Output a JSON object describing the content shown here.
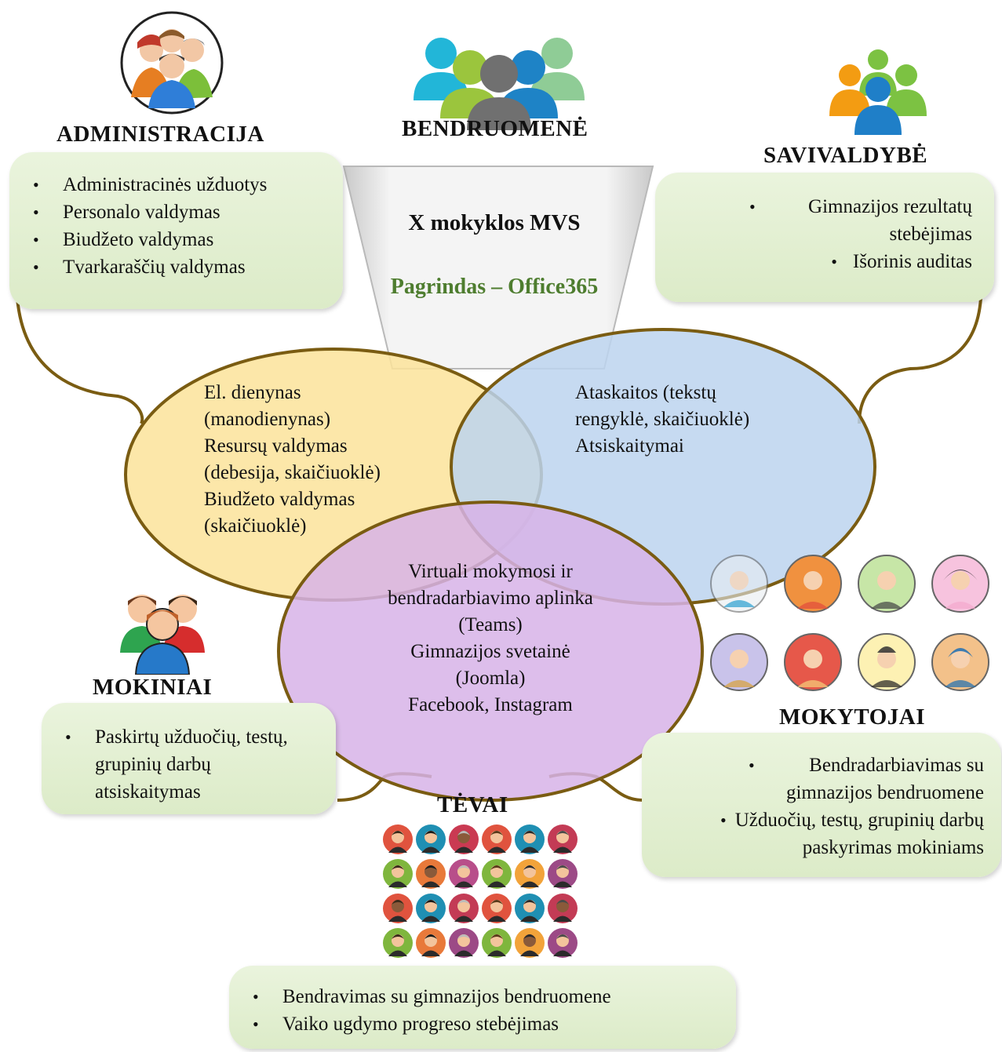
{
  "center": {
    "title": "X mokyklos MVS",
    "subtitle": "Pagrindas – Office365",
    "subtitle_color": "#4e7d2f"
  },
  "groups": {
    "administracija": {
      "title": "ADMINISTRACIJA",
      "items": [
        "Administracinės užduotys",
        "Personalo valdymas",
        "Biudžeto valdymas",
        "Tvarkaraščių valdymas"
      ],
      "icon": "admin-group-icon"
    },
    "bendruomene": {
      "title": "BENDRUOMENĖ",
      "icon": "community-group-icon"
    },
    "savivaldybe": {
      "title": "SAVIVALDYBĖ",
      "items": [
        "Gimnazijos rezultatų stebėjimas",
        "Išorinis auditas"
      ],
      "icon": "municipality-group-icon"
    },
    "mokiniai": {
      "title": "MOKINIAI",
      "items": [
        "Paskirtų užduočių, testų, grupinių darbų atsiskaitymas"
      ],
      "icon": "students-group-icon"
    },
    "mokytojai": {
      "title": "MOKYTOJAI",
      "items": [
        "Bendradarbiavimas su gimnazijos bendruomene",
        "Užduočių, testų, grupinių darbų paskyrimas mokiniams"
      ],
      "icon": "teachers-avatars-icon"
    },
    "tevai": {
      "title": "TĖVAI",
      "items": [
        "Bendravimas su gimnazijos bendruomene",
        "Vaiko ugdymo progreso stebėjimas"
      ],
      "icon": "parents-avatars-icon"
    }
  },
  "ellipses": {
    "yellow": {
      "lines": [
        "El. dienynas",
        "(manodienynas)",
        "Resursų valdymas",
        "(debesija, skaičiuoklė)",
        "Biudžeto valdymas",
        "(skaičiuoklė)"
      ],
      "color": "#fbe39a"
    },
    "blue": {
      "lines": [
        "Ataskaitos (tekstų",
        "rengyklė, skaičiuoklė)",
        "Atsiskaitymai"
      ],
      "color": "#bcd4ee"
    },
    "purple": {
      "lines": [
        "Virtuali mokymosi ir",
        "bendradarbiavimo aplinka",
        "(Teams)",
        "Gimnazijos svetainė",
        "(Joomla)",
        "Facebook, Instagram"
      ],
      "color": "#d7b3e8"
    }
  },
  "colors": {
    "connector": "#7a5c12",
    "box_bg": "#e3efd3"
  }
}
